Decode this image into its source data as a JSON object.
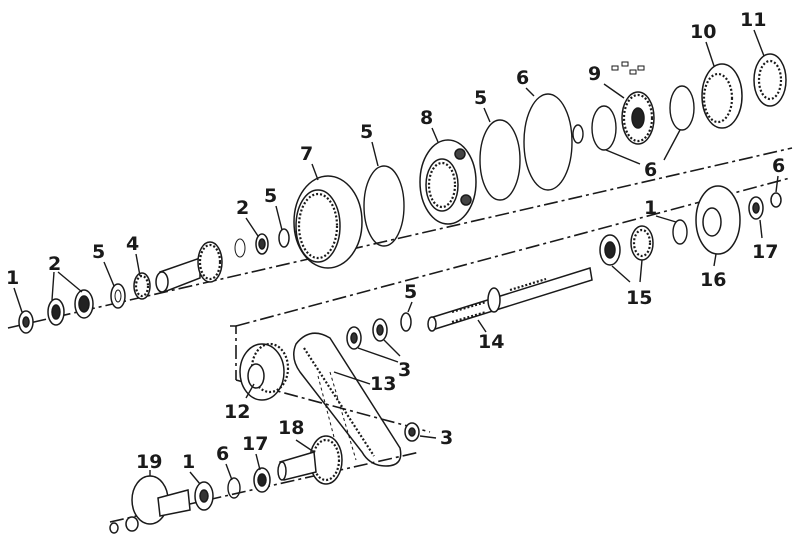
{
  "diagram": {
    "part_labels": [
      {
        "id": "l1a",
        "text": "1"
      },
      {
        "id": "l2a",
        "text": "2"
      },
      {
        "id": "l5a",
        "text": "5"
      },
      {
        "id": "l4",
        "text": "4"
      },
      {
        "id": "l2b",
        "text": "2"
      },
      {
        "id": "l5b",
        "text": "5"
      },
      {
        "id": "l7",
        "text": "7"
      },
      {
        "id": "l5c",
        "text": "5"
      },
      {
        "id": "l8",
        "text": "8"
      },
      {
        "id": "l5d",
        "text": "5"
      },
      {
        "id": "l6a",
        "text": "6"
      },
      {
        "id": "l9",
        "text": "9"
      },
      {
        "id": "l10",
        "text": "10"
      },
      {
        "id": "l11",
        "text": "11"
      },
      {
        "id": "l6b",
        "text": "6"
      },
      {
        "id": "l6c",
        "text": "6"
      },
      {
        "id": "l1b",
        "text": "1"
      },
      {
        "id": "l17a",
        "text": "17"
      },
      {
        "id": "l16",
        "text": "16"
      },
      {
        "id": "l15",
        "text": "15"
      },
      {
        "id": "l5e",
        "text": "5"
      },
      {
        "id": "l14",
        "text": "14"
      },
      {
        "id": "l3a",
        "text": "3"
      },
      {
        "id": "l13",
        "text": "13"
      },
      {
        "id": "l12",
        "text": "12"
      },
      {
        "id": "l3b",
        "text": "3"
      },
      {
        "id": "l19",
        "text": "19"
      },
      {
        "id": "l1c",
        "text": "1"
      },
      {
        "id": "l6d",
        "text": "6"
      },
      {
        "id": "l17b",
        "text": "17"
      },
      {
        "id": "l18",
        "text": "18"
      }
    ]
  }
}
